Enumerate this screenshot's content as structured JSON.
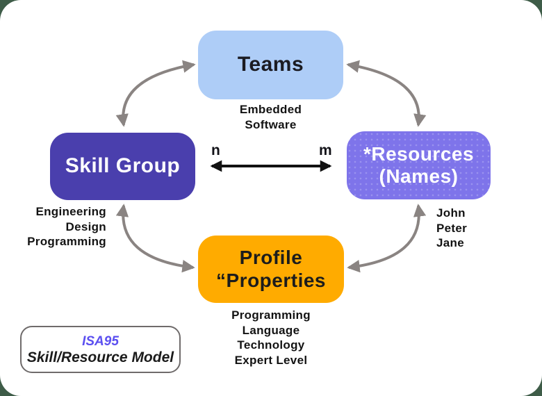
{
  "page": {
    "background_color": "#3e5c48",
    "surface_color": "#ffffff"
  },
  "diagram": {
    "nodes": {
      "teams": {
        "label": "Teams",
        "fill": "#aecdf7",
        "label_color": "#1b1b22",
        "annotation": [
          "Embedded",
          "Software"
        ]
      },
      "skill_group": {
        "label": "Skill Group",
        "fill": "#4a3fad",
        "label_color": "#ffffff",
        "annotation": [
          "Engineering",
          "Design",
          "Programming"
        ]
      },
      "resources": {
        "label": [
          "*Resources",
          "(Names)"
        ],
        "fill": "#7e74ea",
        "label_color": "#ffffff",
        "annotation": [
          "John",
          "Peter",
          "Jane"
        ]
      },
      "profile": {
        "label": [
          "Profile",
          "“Properties"
        ],
        "fill": "#ffab00",
        "label_color": "#1c1c1c",
        "annotation": [
          "Programming",
          "Language",
          "Technology",
          "Expert Level"
        ]
      }
    },
    "relation": {
      "left_label": "n",
      "right_label": "m",
      "arrow_color": "#111111"
    },
    "link_arrow_color": "#8a8482"
  },
  "legend": {
    "title": "ISA95",
    "title_color": "#5b4ff0",
    "subtitle": "Skill/Resource Model",
    "subtitle_color": "#1b1b1b"
  }
}
